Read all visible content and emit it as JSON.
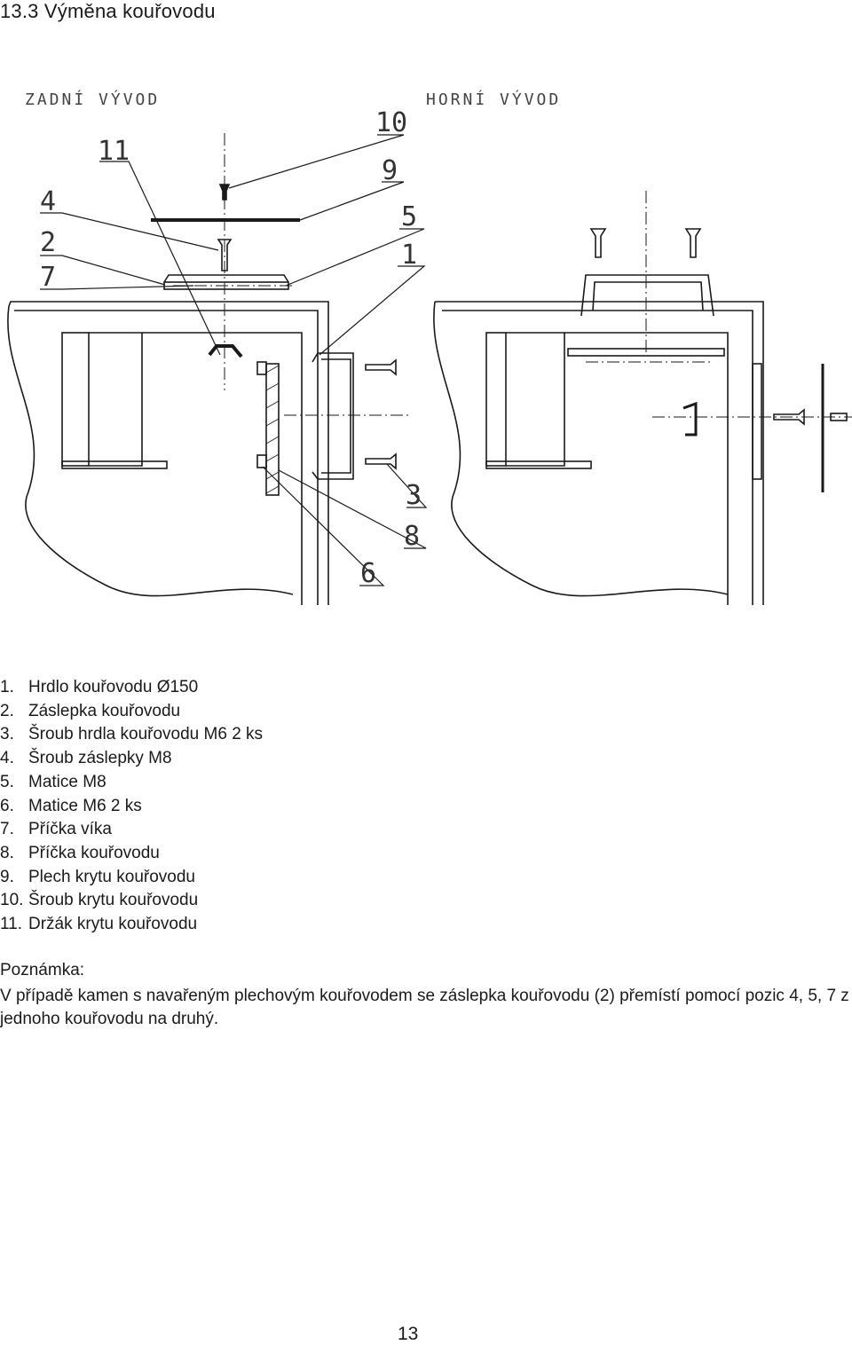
{
  "section_title": "13.3  Výměna kouřovodu",
  "drawing": {
    "label_left": "ZADNÍ VÝVOD",
    "label_right": "HORNÍ VÝVOD",
    "callouts": [
      "11",
      "10",
      "9",
      "4",
      "2",
      "7",
      "5",
      "1",
      "3",
      "8",
      "6"
    ]
  },
  "parts": [
    {
      "num": "1.",
      "text": "Hrdlo kouřovodu Ø150"
    },
    {
      "num": "2.",
      "text": "Záslepka kouřovodu"
    },
    {
      "num": "3.",
      "text": "Šroub hrdla kouřovodu M6 2 ks"
    },
    {
      "num": "4.",
      "text": "Šroub záslepky M8"
    },
    {
      "num": "5.",
      "text": "Matice M8"
    },
    {
      "num": "6.",
      "text": "Matice M6 2 ks"
    },
    {
      "num": "7.",
      "text": "Příčka víka"
    },
    {
      "num": "8.",
      "text": "Příčka kouřovodu"
    },
    {
      "num": "9.",
      "text": "Plech krytu kouřovodu"
    },
    {
      "num": "10.",
      "text": "Šroub krytu kouřovodu"
    },
    {
      "num": "11.",
      "text": "Držák krytu kouřovodu"
    }
  ],
  "note": {
    "title": "Poznámka:",
    "text": "V případě kamen s navařeným plechovým kouřovodem se záslepka kouřovodu (2) přemístí pomocí pozic 4, 5, 7 z jednoho kouřovodu na druhý."
  },
  "page_number": "13"
}
